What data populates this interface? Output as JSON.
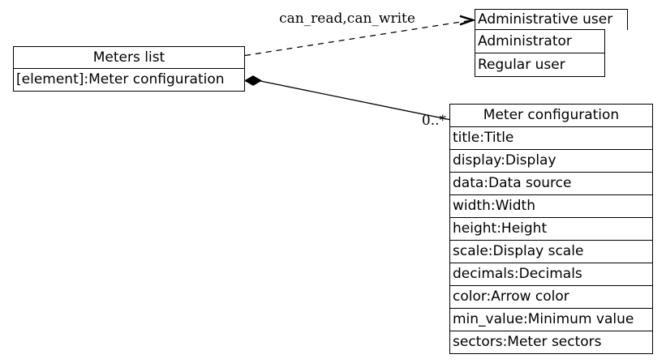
{
  "diagram": {
    "type": "uml-class-diagram",
    "colors": {
      "background": "#ffffff",
      "line": "#000000",
      "text": "#000000"
    },
    "nodes": {
      "meters_list": {
        "title": "Meters list",
        "rows": [
          "[element]:Meter configuration"
        ]
      },
      "administrative_user": {
        "title": "Administrative user",
        "rows": [
          "Administrator",
          "Regular user"
        ]
      },
      "meter_configuration": {
        "title": "Meter configuration",
        "rows": [
          "title:Title",
          "display:Display",
          "data:Data source",
          "width:Width",
          "height:Height",
          "scale:Display scale",
          "decimals:Decimals",
          "color:Arrow color",
          "min_value:Minimum value",
          "sectors:Meter sectors"
        ]
      }
    },
    "edges": {
      "permission": {
        "label": "can_read,can_write",
        "style": "dashed",
        "arrowhead": "open-vee",
        "from": "meters_list",
        "to": "administrative_user"
      },
      "composition": {
        "multiplicity": "0..*",
        "style": "solid",
        "arrowtail": "filled-diamond",
        "from": "meters_list",
        "to": "meter_configuration"
      }
    }
  }
}
